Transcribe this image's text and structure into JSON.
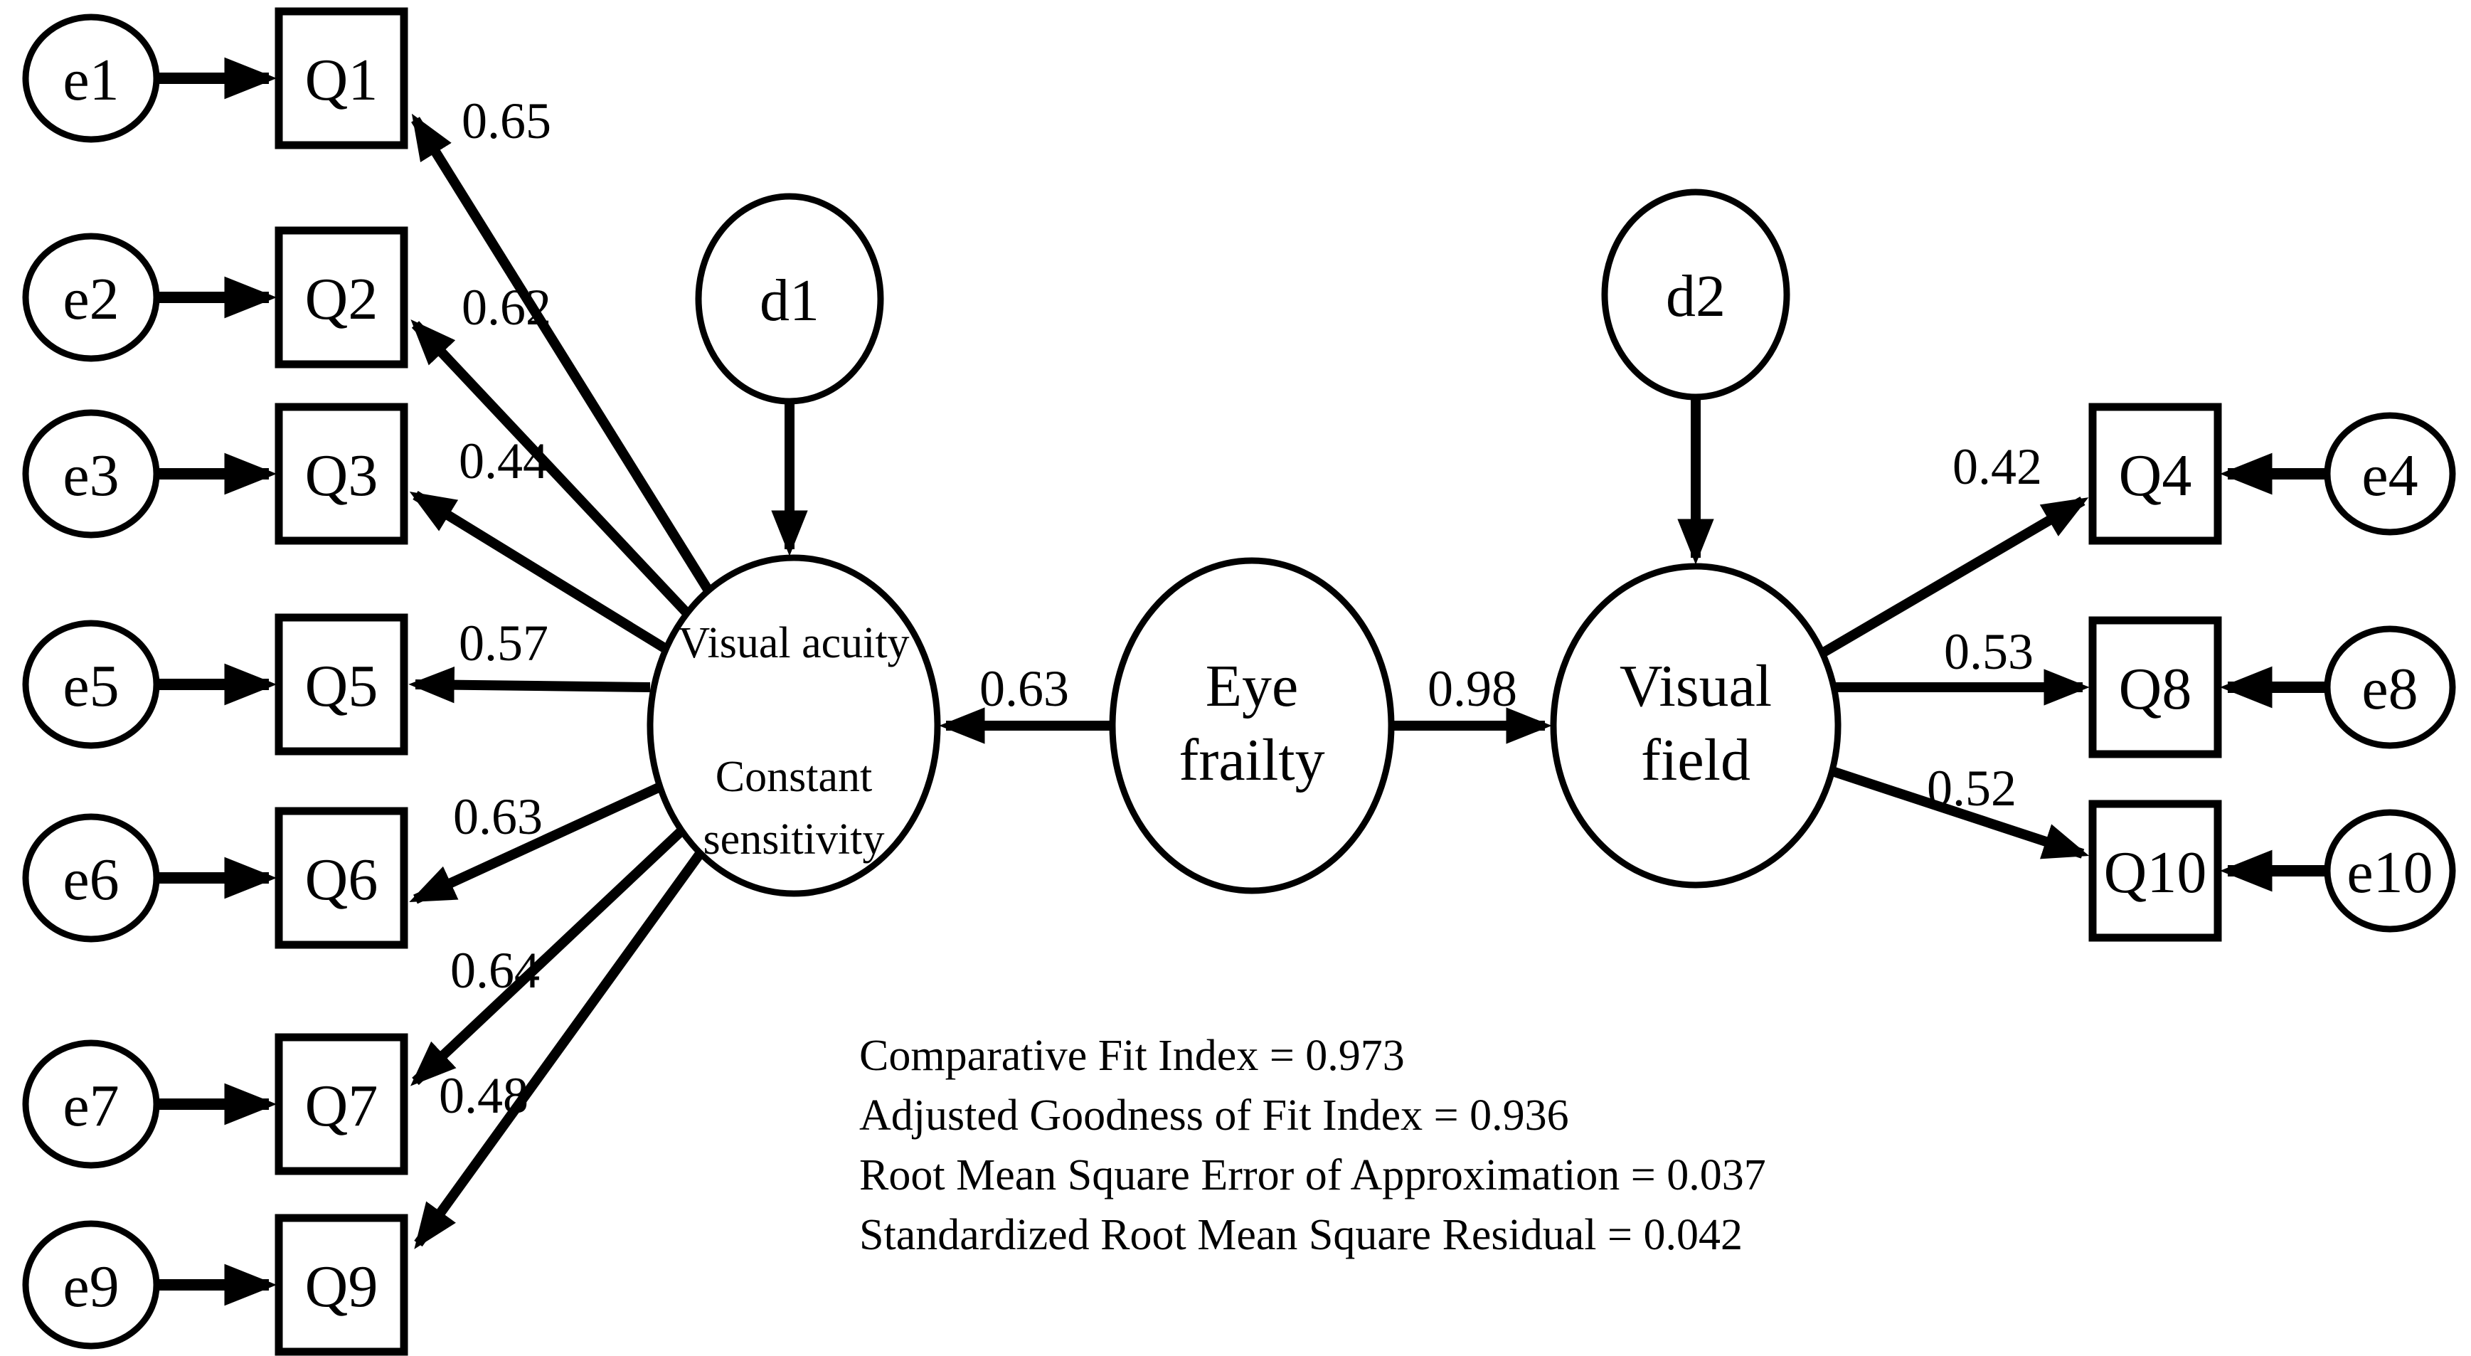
{
  "diagram": {
    "left": {
      "disturbance": "d1",
      "latent": {
        "line1": "Visual acuity",
        "line2": "Constant",
        "line3": "sensitivity"
      },
      "items": [
        {
          "error": "e1",
          "indicator": "Q1",
          "loading": "0.65"
        },
        {
          "error": "e2",
          "indicator": "Q2",
          "loading": "0.62"
        },
        {
          "error": "e3",
          "indicator": "Q3",
          "loading": "0.44"
        },
        {
          "error": "e5",
          "indicator": "Q5",
          "loading": "0.57"
        },
        {
          "error": "e6",
          "indicator": "Q6",
          "loading": "0.63"
        },
        {
          "error": "e7",
          "indicator": "Q7",
          "loading": "0.64"
        },
        {
          "error": "e9",
          "indicator": "Q9",
          "loading": "0.48"
        }
      ]
    },
    "center": {
      "latent": {
        "line1": "Eye",
        "line2": "frailty"
      },
      "path_to_visual_acuity": "0.63",
      "path_to_visual_field": "0.98"
    },
    "right": {
      "disturbance": "d2",
      "latent": {
        "line1": "Visual",
        "line2": "field"
      },
      "items": [
        {
          "error": "e4",
          "indicator": "Q4",
          "loading": "0.42"
        },
        {
          "error": "e8",
          "indicator": "Q8",
          "loading": "0.53"
        },
        {
          "error": "e10",
          "indicator": "Q10",
          "loading": "0.52"
        }
      ]
    },
    "fit_statistics": [
      "Comparative Fit Index = 0.973",
      "Adjusted Goodness of Fit Index = 0.936",
      "Root Mean Square Error of Approximation = 0.037",
      "Standardized Root Mean Square Residual = 0.042"
    ],
    "colors": {
      "ink": "#000000",
      "background": "#ffffff"
    }
  }
}
